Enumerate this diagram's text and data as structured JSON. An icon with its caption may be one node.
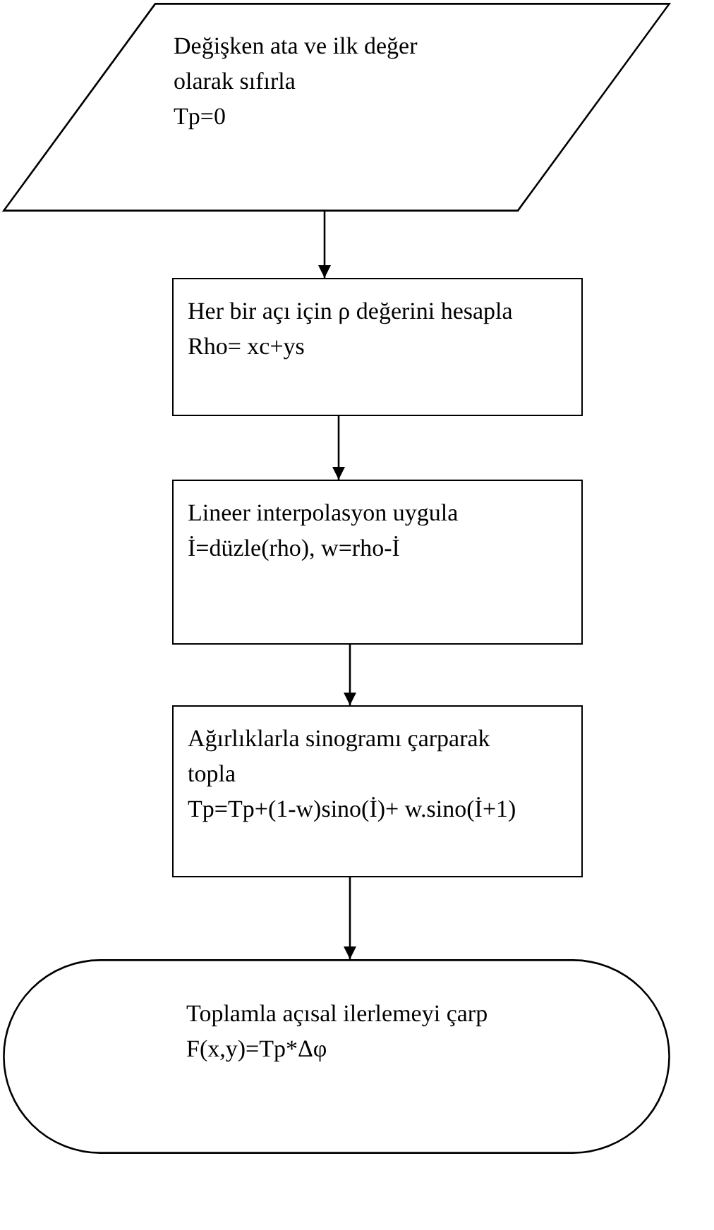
{
  "diagram": {
    "nodes": [
      {
        "text": [
          "Değişken ata ve ilk değer olarak sıfırla",
          "Tp=0"
        ]
      },
      {
        "text": [
          "Her bir açı için ρ değerini hesapla",
          "Rho= xc+ys"
        ]
      },
      {
        "text": [
          "Lineer interpolasyon uygula",
          "İ=düzle(rho), w=rho-İ"
        ]
      },
      {
        "text": [
          "Ağırlıklarla sinogramı çarparak topla",
          "Tp=Tp+(1-w)sino(İ)+ w.sino(İ+1)"
        ]
      },
      {
        "text": [
          "Toplamla açısal ilerlemeyi çarp",
          "F(x,y)=Tp*Δφ"
        ]
      }
    ],
    "edges": [
      {
        "from": 0,
        "to": 1,
        "arrow": "to"
      },
      {
        "from": 1,
        "to": 2,
        "arrow": "to"
      },
      {
        "from": 2,
        "to": 3,
        "arrow": "to"
      },
      {
        "from": 3,
        "to": 4,
        "arrow": "to"
      }
    ]
  }
}
